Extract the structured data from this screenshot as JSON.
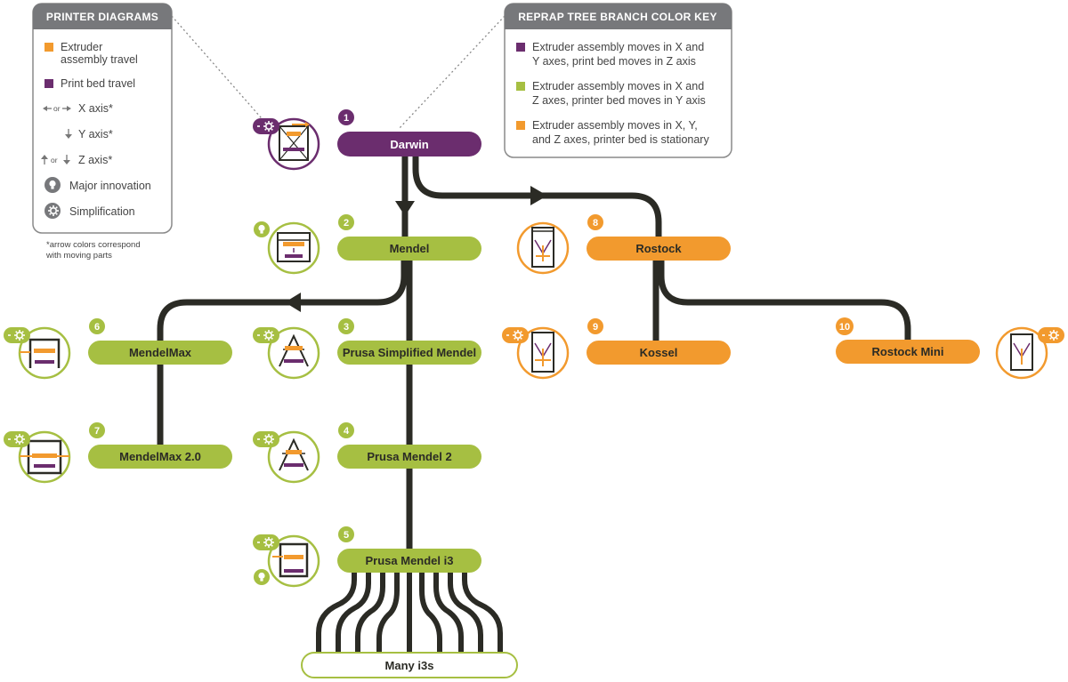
{
  "colors": {
    "purple": "#6b2d6e",
    "green": "#a6bf42",
    "orange": "#f29a2e",
    "line": "#2b2b25",
    "grey_header": "#77787b",
    "white": "#ffffff"
  },
  "legend_printers": {
    "title": "PRINTER DIAGRAMS",
    "extruder_line1": "Extruder",
    "extruder_line2": "assembly travel",
    "print_bed": "Print bed travel",
    "or1": "or",
    "x_axis": "X axis*",
    "y_axis": "Y axis*",
    "or2": "or",
    "z_axis": "Z axis*",
    "major": "Major innovation",
    "simplification": "Simplification",
    "footnote1": "*arrow colors correspond",
    "footnote2": "with moving parts"
  },
  "legend_colors": {
    "title": "REPRAP TREE BRANCH COLOR KEY",
    "purple_line1": "Extruder assembly moves in X and",
    "purple_line2": "Y axes, print bed moves in Z axis",
    "green_line1": "Extruder assembly moves in X and",
    "green_line2": "Z axes, printer bed moves in Y axis",
    "orange_line1": "Extruder assembly moves in X, Y,",
    "orange_line2": "and Z axes, printer bed is stationary"
  },
  "nodes": {
    "darwin": {
      "number": "1",
      "label": "Darwin"
    },
    "mendel": {
      "number": "2",
      "label": "Mendel"
    },
    "prusa_simplified": {
      "number": "3",
      "label": "Prusa Simplified Mendel"
    },
    "prusa_mendel_2": {
      "number": "4",
      "label": "Prusa Mendel 2"
    },
    "prusa_i3": {
      "number": "5",
      "label": "Prusa Mendel i3"
    },
    "mendelmax": {
      "number": "6",
      "label": "MendelMax"
    },
    "mendelmax_2": {
      "number": "7",
      "label": "MendelMax 2.0"
    },
    "rostock": {
      "number": "8",
      "label": "Rostock"
    },
    "kossel": {
      "number": "9",
      "label": "Kossel"
    },
    "rostock_mini": {
      "number": "10",
      "label": "Rostock Mini"
    },
    "many_i3s": {
      "label": "Many i3s"
    }
  }
}
